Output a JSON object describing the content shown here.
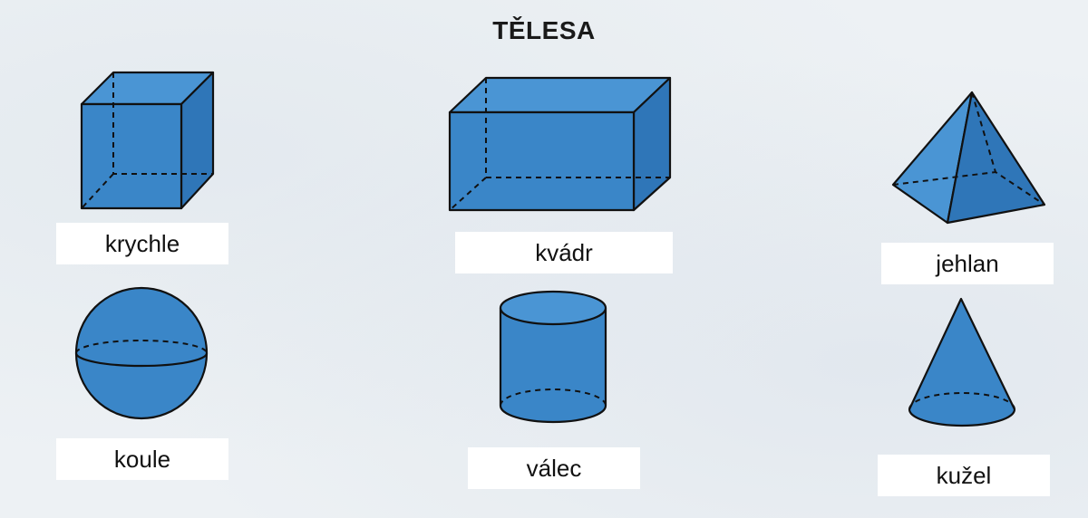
{
  "title": "TĚLESA",
  "shapes": {
    "cube": {
      "label": "krychle"
    },
    "cuboid": {
      "label": "kvádr"
    },
    "pyramid": {
      "label": "jehlan"
    },
    "sphere": {
      "label": "koule"
    },
    "cylinder": {
      "label": "válec"
    },
    "cone": {
      "label": "kužel"
    }
  },
  "colors": {
    "solid_fill": "#3a86c8",
    "label_background": "#ffffff",
    "outline": "#111111"
  }
}
